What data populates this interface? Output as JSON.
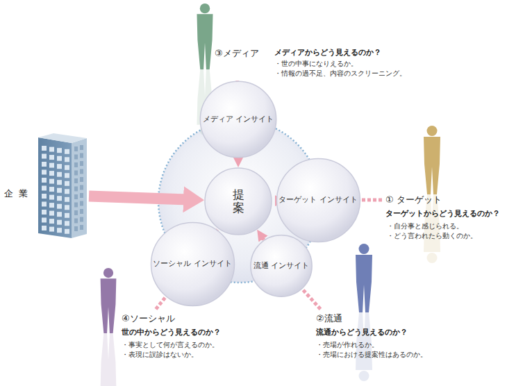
{
  "diagram": {
    "nodes": [
      {
        "text": [
          "③メディア",
          "メディアからどう見えるのか？",
          "・世の中事になりえるか。",
          "・情報の過不足、内容のスクリーニング。"
        ]
      },
      {
        "text": [
          "メディア インサイト"
        ]
      },
      {
        "text": [
          "企業"
        ]
      },
      {
        "text": [
          "提案"
        ]
      },
      {
        "text": [
          "ターゲット インサイト"
        ]
      },
      {
        "text": [
          "① ターゲット",
          "ターゲットからどう見えるのか？",
          "・自分事と感じられる。",
          "・どう言われたら動くのか。"
        ]
      },
      {
        "text": [
          "ソーシャル インサイト"
        ]
      },
      {
        "text": [
          "流通 インサイト"
        ]
      },
      {
        "text": [
          "④ソーシャル",
          "世の中からどう見えるのか？",
          "・事実として何が言えるのか。",
          "・表現に誤診はないか。"
        ]
      },
      {
        "text": [
          "②流通",
          "流通からどう見えるのか？",
          "・売場が作れるか。",
          "・売場における提案性はあるのか。"
        ]
      }
    ],
    "edges": [
      {
        "from": 2,
        "to": 3,
        "arrow": "to"
      },
      {
        "from": 0,
        "to": 1,
        "arrow": "none"
      },
      {
        "from": 1,
        "to": 3,
        "arrow": "to"
      },
      {
        "from": 5,
        "to": 4,
        "arrow": "none"
      },
      {
        "from": 4,
        "to": 3,
        "arrow": "to"
      },
      {
        "from": 9,
        "to": 7,
        "arrow": "none"
      },
      {
        "from": 7,
        "to": 3,
        "arrow": "to"
      },
      {
        "from": 8,
        "to": 6,
        "arrow": "none"
      },
      {
        "from": 6,
        "to": 3,
        "arrow": "to"
      }
    ]
  }
}
